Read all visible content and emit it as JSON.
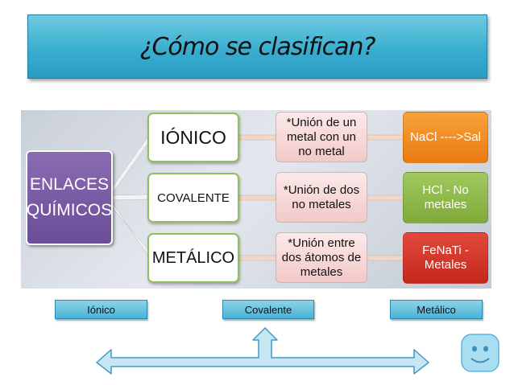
{
  "slide": {
    "title": "¿Cómo se clasifican?"
  },
  "diagram": {
    "root": {
      "line1": "ENLACES",
      "line2": "QUÍMICOS"
    },
    "types": [
      {
        "label": "IÓNICO"
      },
      {
        "label": "COVALENTE"
      },
      {
        "label": "METÁLICO"
      }
    ],
    "descriptions": [
      {
        "lines": [
          "*Unión de un",
          "metal con un",
          "no metal"
        ]
      },
      {
        "lines": [
          "*Unión de dos",
          "no metales"
        ]
      },
      {
        "lines": [
          "*Unión entre",
          "dos átomos de",
          "metales"
        ]
      }
    ],
    "examples": [
      {
        "lines": [
          "NaCl ---->Sal"
        ],
        "color": "#ee8520"
      },
      {
        "lines": [
          "HCl - No",
          "metales"
        ],
        "color": "#8cb74a"
      },
      {
        "lines": [
          "FeNaTi -",
          "Metales"
        ],
        "color": "#d2362a"
      }
    ]
  },
  "tabs": [
    {
      "label": "Iónico"
    },
    {
      "label": "Covalente"
    },
    {
      "label": "Metálico"
    }
  ],
  "colors": {
    "title_bar": "#3aaed0",
    "root_box": "#7a5ca6",
    "type_border": "#8fbf5e",
    "arrow_fill": "#c5e6f2",
    "arrow_stroke": "#3f9cc4",
    "smiley": "#9fd7ee"
  },
  "icons": {
    "smiley": "smiley-face-icon",
    "arrow": "three-way-arrow-icon"
  }
}
